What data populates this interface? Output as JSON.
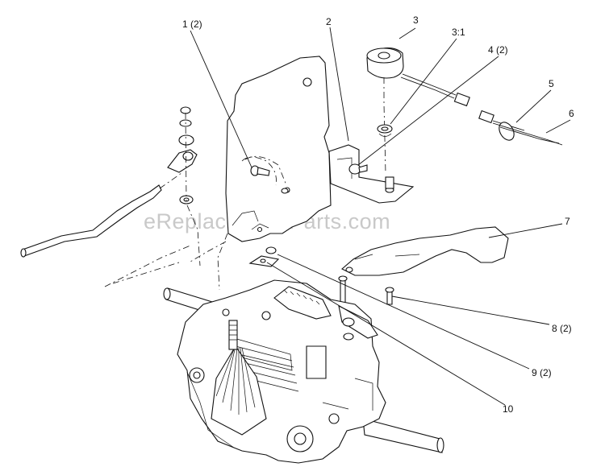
{
  "watermark": "eReplacementParts.com",
  "callouts": [
    {
      "id": "1",
      "text": "1 (2)"
    },
    {
      "id": "2",
      "text": "2"
    },
    {
      "id": "3",
      "text": "3"
    },
    {
      "id": "3-1",
      "text": "3:1"
    },
    {
      "id": "4",
      "text": "4 (2)"
    },
    {
      "id": "5",
      "text": "5"
    },
    {
      "id": "6",
      "text": "6"
    },
    {
      "id": "7",
      "text": "7"
    },
    {
      "id": "8",
      "text": "8 (2)"
    },
    {
      "id": "9",
      "text": "9 (2)"
    },
    {
      "id": "10",
      "text": "10"
    }
  ]
}
